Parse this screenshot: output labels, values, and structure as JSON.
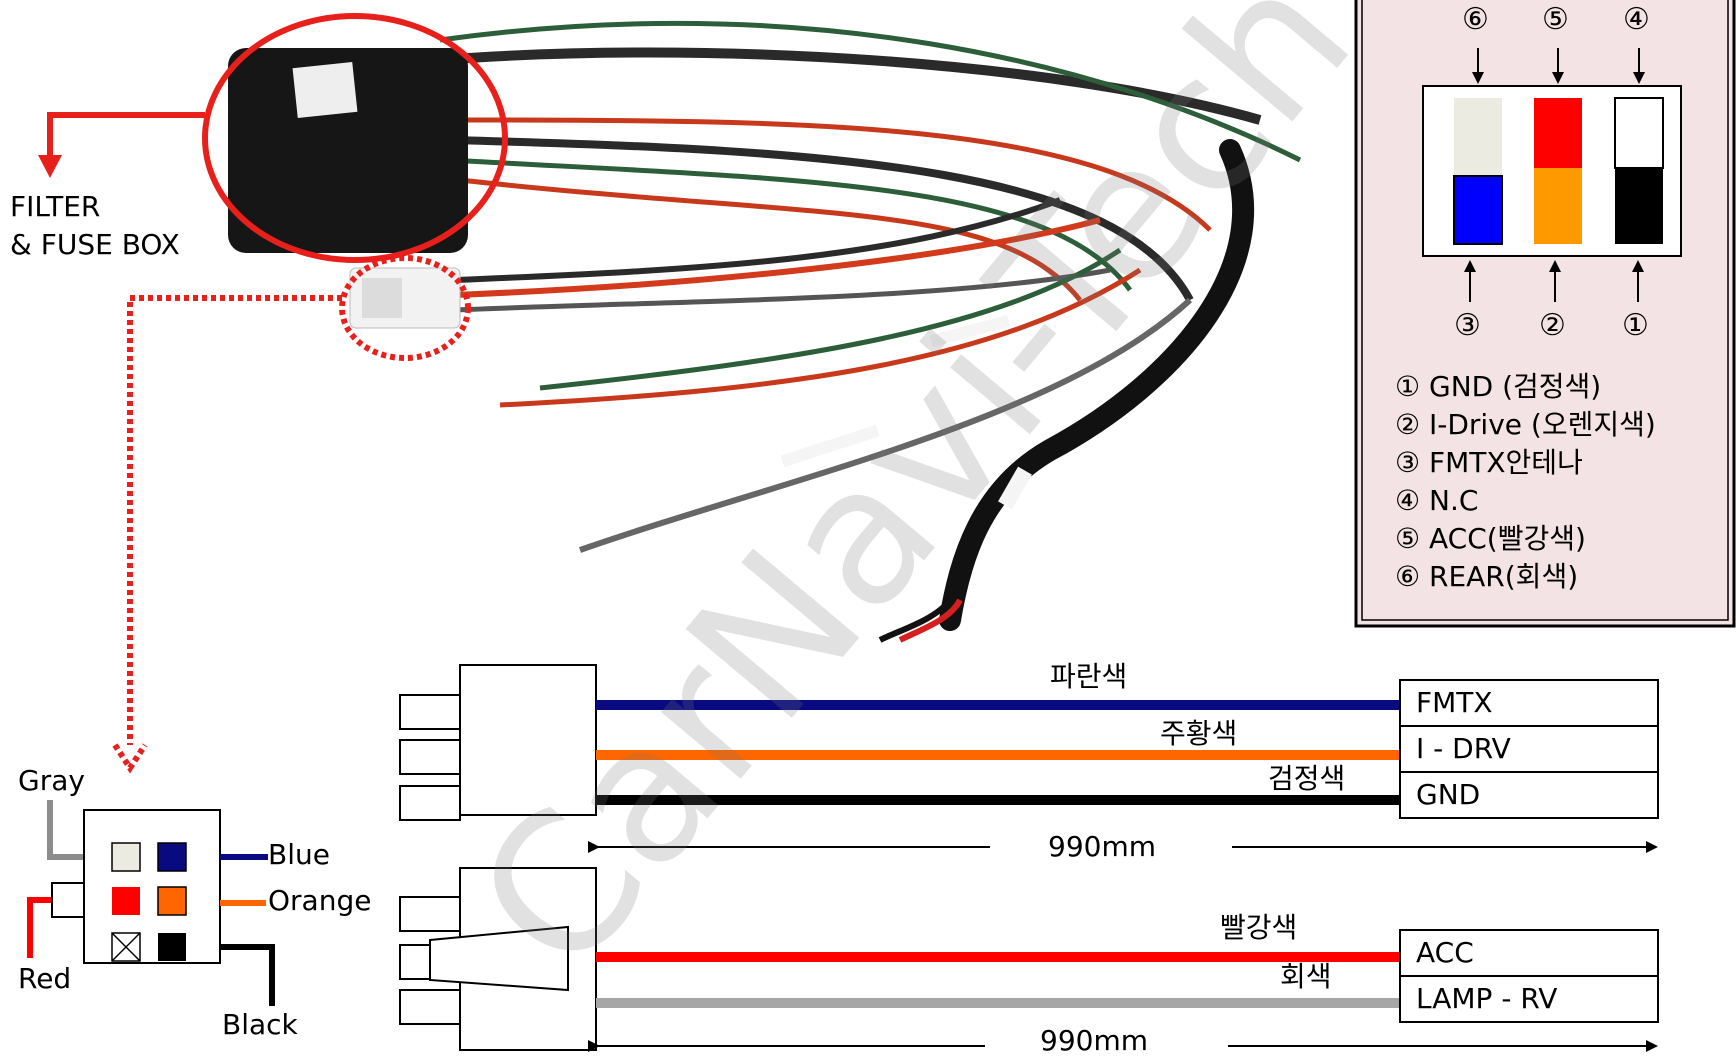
{
  "watermark": "CarNavi-Tech",
  "filter_box": {
    "label_line1": "FILTER",
    "label_line2": "& FUSE BOX"
  },
  "connector6": {
    "top_numbers": [
      "⑥",
      "⑤",
      "④"
    ],
    "bottom_numbers": [
      "③",
      "②",
      "①"
    ],
    "legend": [
      "① GND (검정색)",
      "② I-Drive (오렌지색)",
      "③ FMTX안테나",
      "④ N.C",
      "⑤ ACC(빨강색)",
      "⑥ REAR(회색)"
    ]
  },
  "pinout": {
    "gray": "Gray",
    "blue": "Blue",
    "orange": "Orange",
    "red": "Red",
    "black": "Black"
  },
  "harness_top": {
    "wire1": "파란색",
    "wire2": "주황색",
    "wire3": "검정색",
    "term1": "FMTX",
    "term2": "I - DRV",
    "term3": "GND",
    "length": "990mm"
  },
  "harness_bottom": {
    "wire1": "빨강색",
    "wire2": "회색",
    "term1": "ACC",
    "term2": "LAMP - RV",
    "length": "990mm"
  },
  "colors": {
    "blue": "#0a0a80",
    "orange": "#ff6600",
    "red": "#ff0000",
    "black": "#000000",
    "gray": "#a6a6a6",
    "panel_bg": "#f3e3e4",
    "photo_red": "#e8201c",
    "pin_ivory": "#ecebe1",
    "pin_blue": "#0000ff",
    "pin_orange": "#ff9900"
  }
}
